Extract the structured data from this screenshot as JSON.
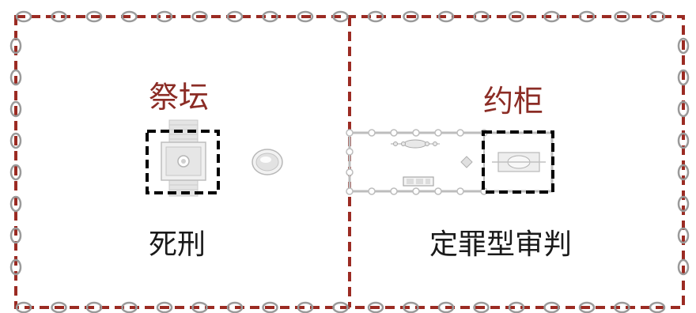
{
  "colors": {
    "border": "#9b2b23",
    "title": "#8b2c25",
    "text": "#1a1a1a",
    "ring": "#9a9a9a",
    "highlight": "#000000"
  },
  "left": {
    "title": "祭坛",
    "caption": "死刑"
  },
  "right": {
    "title": "约柜",
    "caption": "定罪型审判"
  }
}
